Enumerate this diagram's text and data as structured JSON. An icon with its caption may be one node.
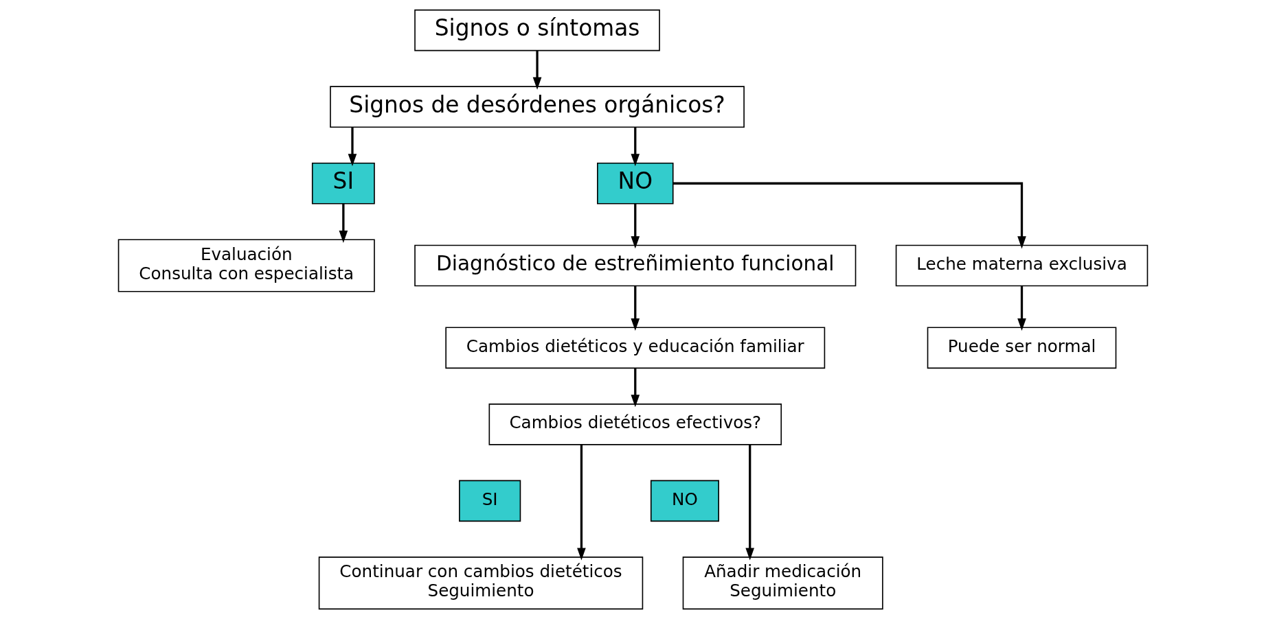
{
  "diagram": {
    "nodes": [
      {
        "text": [
          "Signos o síntomas"
        ]
      },
      {
        "text": [
          "Signos de desórdenes orgánicos?"
        ]
      },
      {
        "text": [
          "SI"
        ]
      },
      {
        "text": [
          "NO"
        ]
      },
      {
        "text": [
          "Evaluación",
          "Consulta con especialista"
        ]
      },
      {
        "text": [
          "Diagnóstico de estreñimiento funcional"
        ]
      },
      {
        "text": [
          "Leche materna exclusiva"
        ]
      },
      {
        "text": [
          "Puede ser normal"
        ]
      },
      {
        "text": [
          "Cambios dietéticos y educación familiar"
        ]
      },
      {
        "text": [
          "Cambios dietéticos efectivos?"
        ]
      },
      {
        "text": [
          "SI"
        ]
      },
      {
        "text": [
          "NO"
        ]
      },
      {
        "text": [
          "Continuar con cambios dietéticos",
          "Seguimiento"
        ]
      },
      {
        "text": [
          "Añadir medicación",
          "Seguimiento"
        ]
      }
    ],
    "edges": [
      {
        "from": 0,
        "to": 1,
        "arrow": "to"
      },
      {
        "from": 1,
        "to": 2,
        "arrow": "to"
      },
      {
        "from": 1,
        "to": 3,
        "arrow": "to"
      },
      {
        "from": 2,
        "to": 4,
        "arrow": "to"
      },
      {
        "from": 3,
        "to": 5,
        "arrow": "to"
      },
      {
        "from": 3,
        "to": 6,
        "arrow": "to"
      },
      {
        "from": 6,
        "to": 7,
        "arrow": "to"
      },
      {
        "from": 5,
        "to": 8,
        "arrow": "to"
      },
      {
        "from": 8,
        "to": 9,
        "arrow": "to"
      },
      {
        "from": 9,
        "to": 12,
        "arrow": "to"
      },
      {
        "from": 9,
        "to": 13,
        "arrow": "to"
      }
    ]
  }
}
